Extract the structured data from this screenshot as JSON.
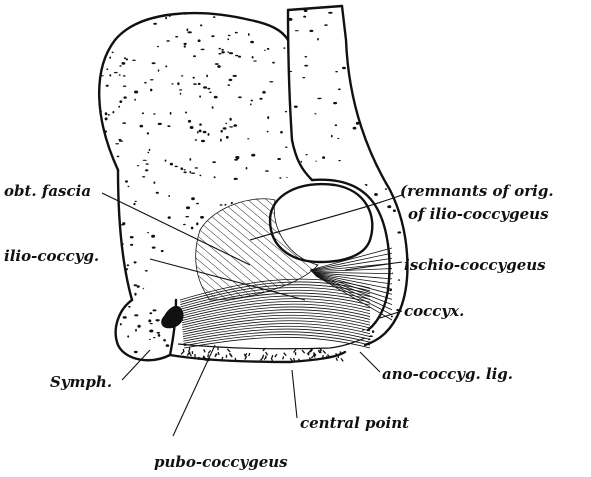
{
  "labels": {
    "remnants_line1": "(remnants of orig.",
    "remnants_line2": "of ilio-coccygeus",
    "obt_fascia": "obt. fascia",
    "ilio_coccyg": "ilio-coccyg.",
    "ischio_coccygeus": "ischio-coccygeus",
    "coccyx": "coccyx.",
    "symph": "Symph.",
    "ano_coccyg_lig": "ano-coccyg. lig.",
    "central_point": "central point",
    "pubo_coccygeus": "pubo-coccygeus"
  }
}
